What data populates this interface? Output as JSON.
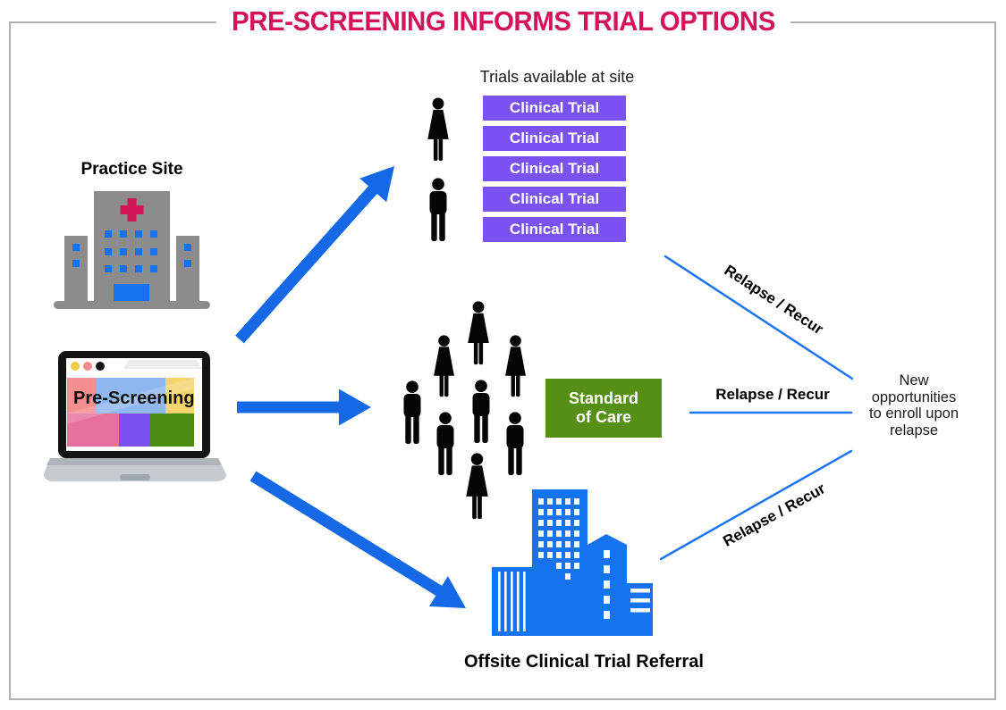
{
  "title": "PRE-SCREENING INFORMS TRIAL OPTIONS",
  "colors": {
    "title_crimson": "#D31558",
    "primary_blue": "#1573F0",
    "arrow_blue": "#1569E6",
    "line_blue": "#1B74F2",
    "trial_purple": "#7A52F2",
    "care_green": "#568F16",
    "hospital_gray": "#8C8C8C",
    "tile_salmon": "#F58E8E",
    "tile_sky": "#8FB8F0",
    "tile_yellow": "#F5D56E",
    "tile_rose": "#E8709E",
    "tile_purple": "#7B52F0",
    "tile_green": "#4A8C12"
  },
  "practice_site": {
    "label": "Practice Site"
  },
  "laptop": {
    "screen_label": "Pre-Screening"
  },
  "trials_at_site": {
    "caption": "Trials available at site",
    "boxes": [
      "Clinical Trial",
      "Clinical Trial",
      "Clinical Trial",
      "Clinical Trial",
      "Clinical Trial"
    ]
  },
  "standard_of_care": {
    "label": "Standard of Care"
  },
  "offsite": {
    "label": "Offsite Clinical Trial Referral"
  },
  "relapse_labels": {
    "top": "Relapse / Recur",
    "middle": "Relapse / Recur",
    "bottom": "Relapse / Recur"
  },
  "outcome": {
    "label": "New opportunities to enroll upon relapse"
  }
}
